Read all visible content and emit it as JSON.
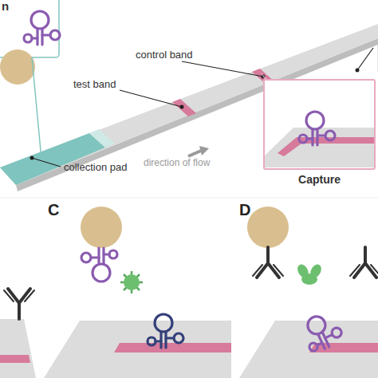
{
  "diagram": {
    "nodes": [
      {
        "text": [
          "Capture"
        ]
      }
    ],
    "labels": [
      "n",
      "control band",
      "test band",
      "direction of flow",
      "collection pad",
      "C",
      "D"
    ]
  }
}
